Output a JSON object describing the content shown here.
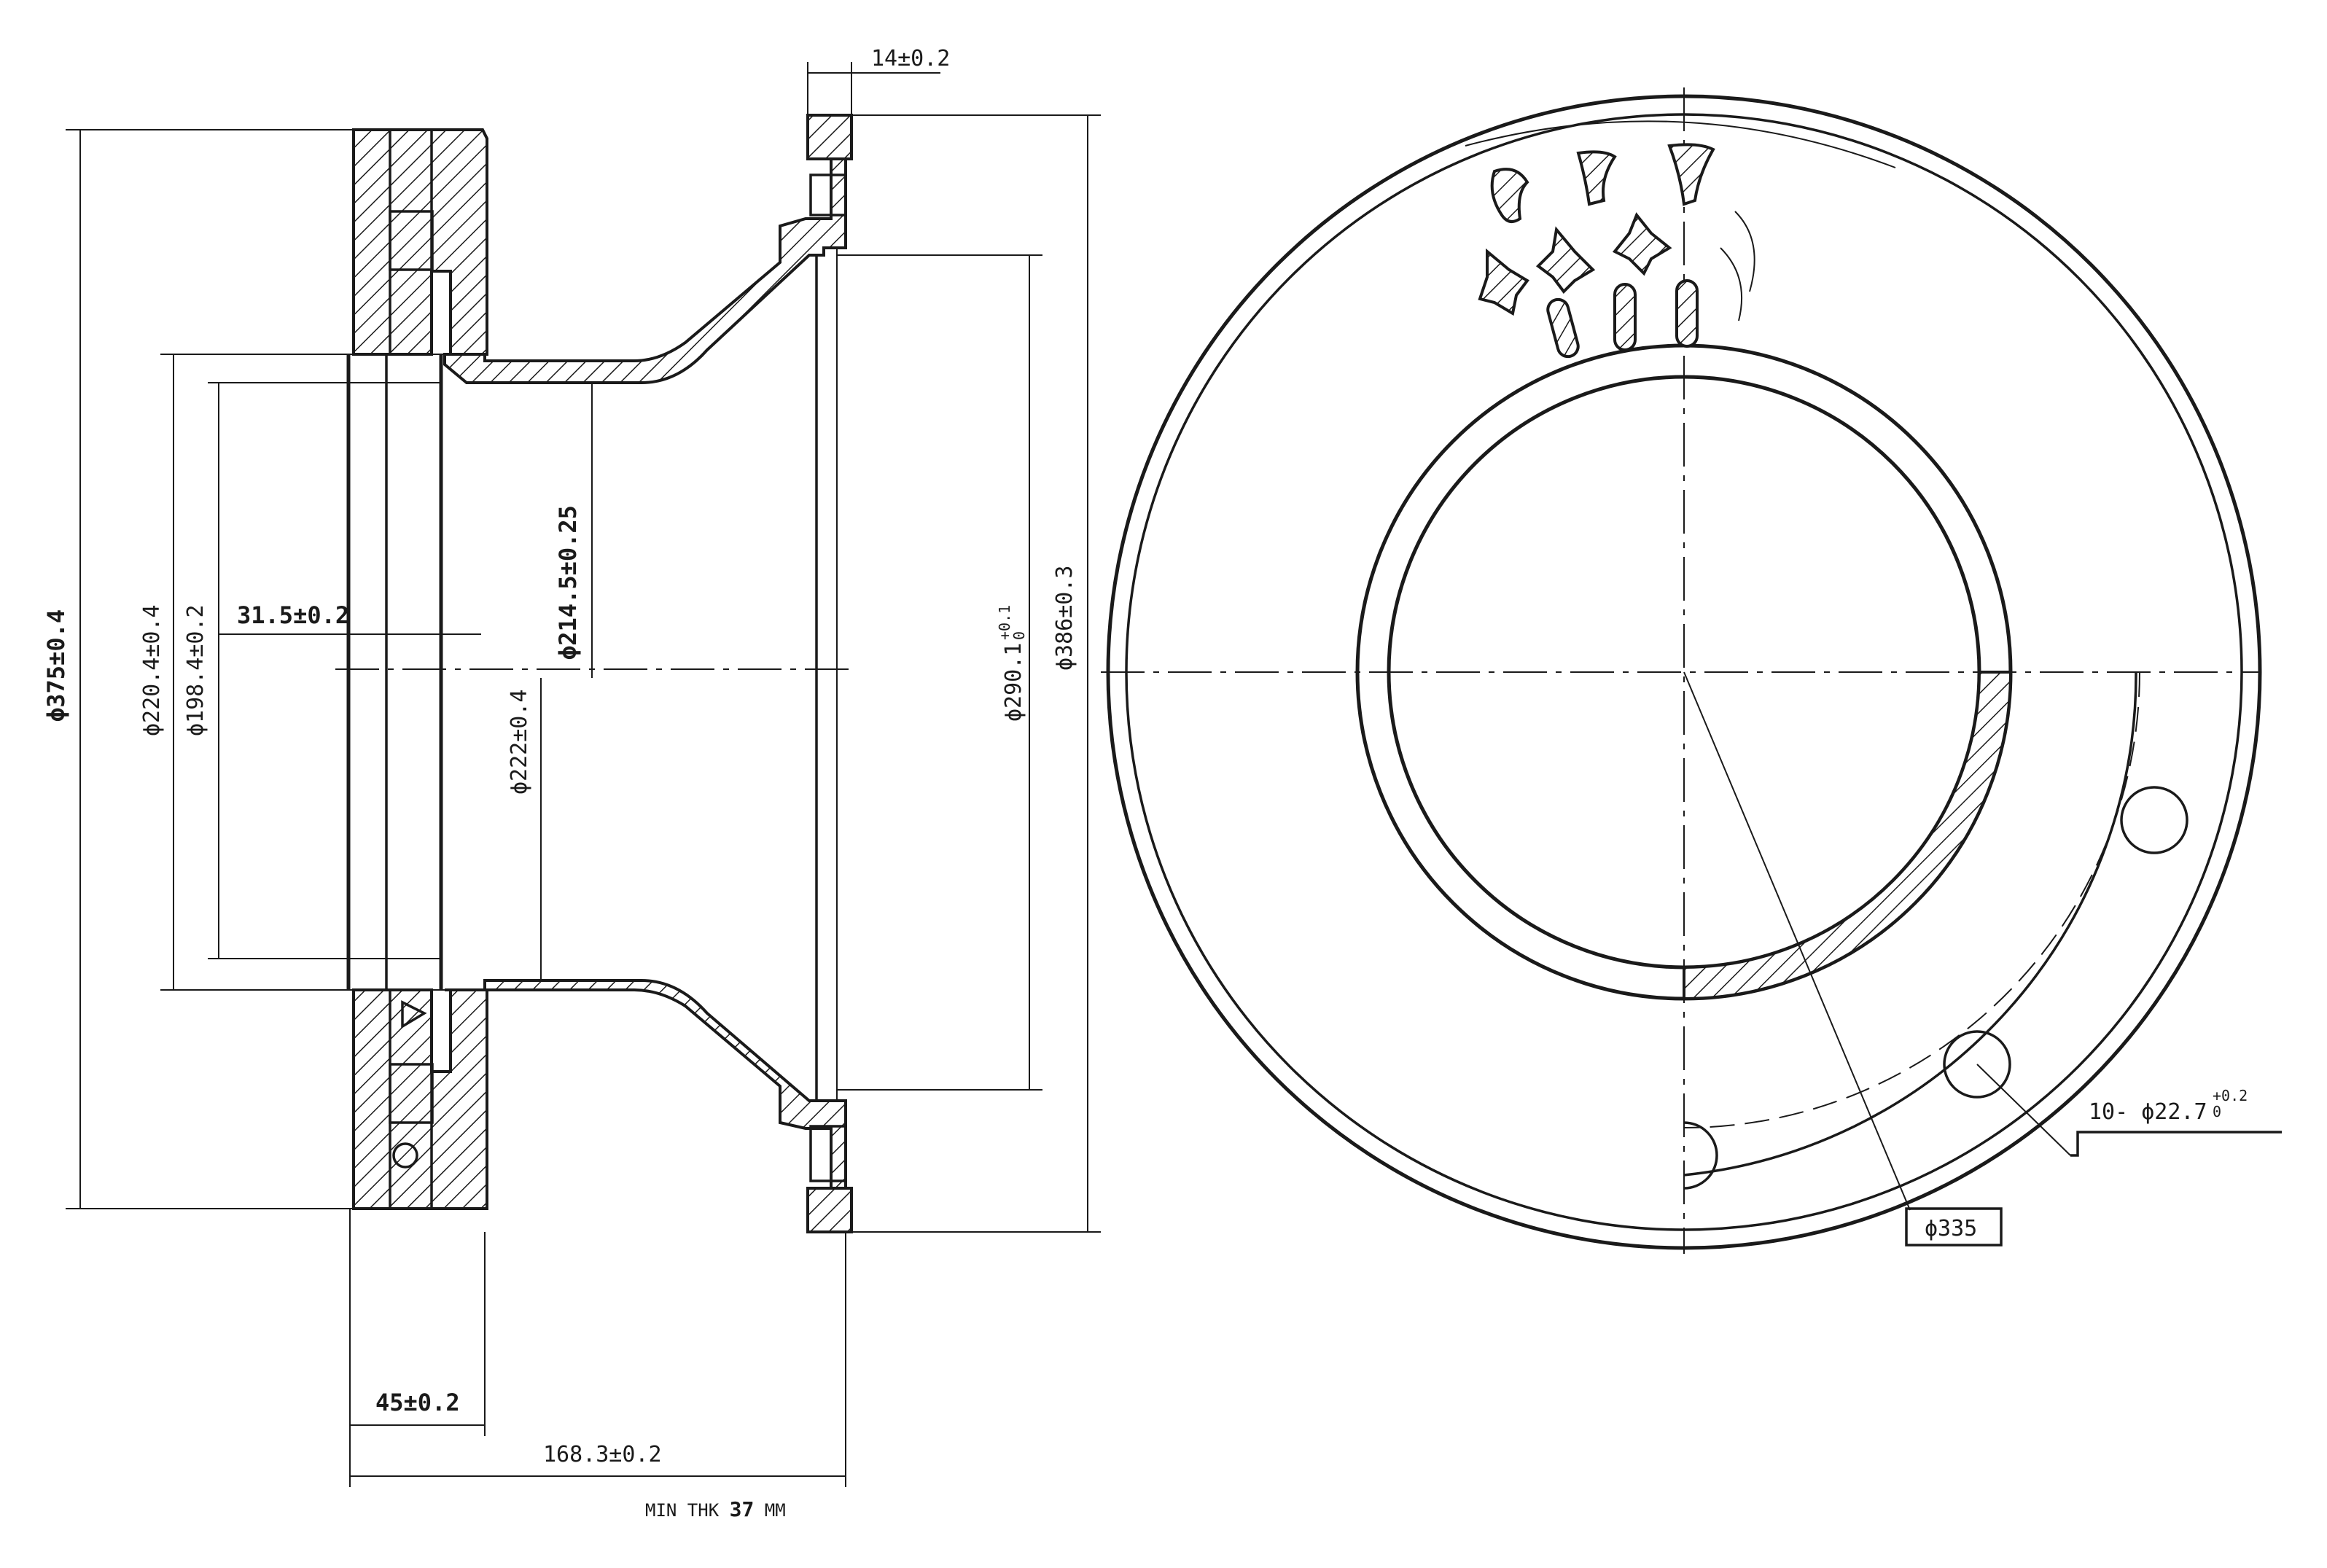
{
  "dimensions": {
    "flange_thickness": "14±0.2",
    "outer_diameter": "ϕ375±0.4",
    "bore_a": "ϕ220.4±0.4",
    "bore_b": "ϕ198.4±0.2",
    "wall": "31.5±0.2",
    "hub_a": "ϕ214.5±0.25",
    "hub_b": "ϕ222±0.4",
    "pilot": "ϕ290.1",
    "pilot_tol_upper": "+0.1",
    "pilot_tol_lower": "0",
    "flange_od": "ϕ386±0.3",
    "disc_width": "45±0.2",
    "overall_height": "168.3±0.2",
    "holes": "10- ϕ22.7",
    "holes_tol_upper": "+0.2",
    "holes_tol_lower": "0",
    "pcd": "ϕ335"
  },
  "notes": {
    "min_thk_prefix": "MIN THK",
    "min_thk_value": "37",
    "min_thk_unit": "MM"
  }
}
